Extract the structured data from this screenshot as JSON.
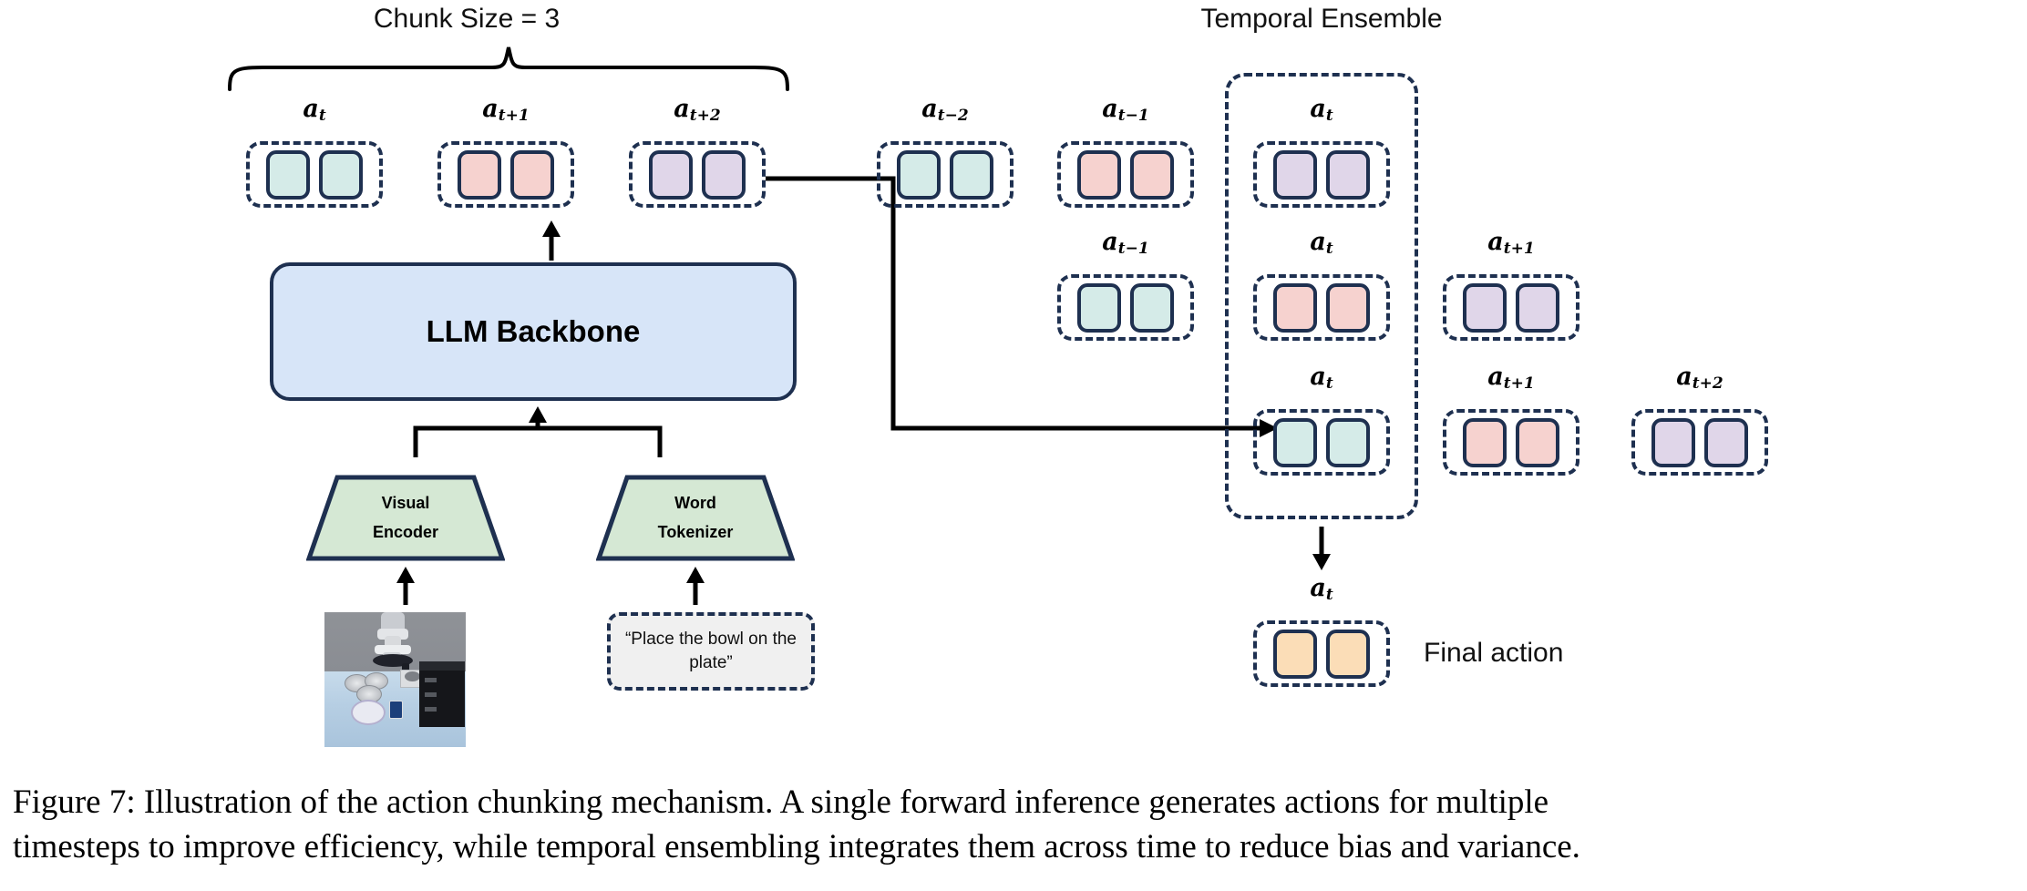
{
  "figure": {
    "caption_line1": "Figure 7: Illustration of the action chunking mechanism.  A single forward inference generates actions for multiple",
    "caption_line2": "timesteps to improve efficiency, while temporal ensembling integrates them across time to reduce bias and variance."
  },
  "headings": {
    "chunk_size": "Chunk Size = 3",
    "temporal_ensemble": "Temporal Ensemble"
  },
  "backbone": {
    "label": "LLM Backbone"
  },
  "encoders": {
    "visual": {
      "line1": "Visual",
      "line2": "Encoder"
    },
    "word": {
      "line1": "Word",
      "line2": "Tokenizer"
    }
  },
  "prompt": {
    "text": "“Place the bowl on the plate”"
  },
  "final": {
    "label": "Final action"
  },
  "labels": {
    "a_t": "a",
    "sub_t": "t",
    "sub_t_m1": "t−1",
    "sub_t_m2": "t−2",
    "sub_t_p1": "t+1",
    "sub_t_p2": "t+2"
  },
  "colors": {
    "cyan": "#d5ebe8",
    "pink": "#f6d2cf",
    "purple": "#e0d6e9",
    "orange": "#fbddb7",
    "navy": "#1e3050",
    "backbone_fill": "#d7e5f8",
    "encoder_fill": "#d5e8d4",
    "prompt_fill": "#f0f0f0"
  },
  "chunk": {
    "groups": [
      {
        "label_base": "a",
        "label_sub": "t",
        "color": "cyan"
      },
      {
        "label_base": "a",
        "label_sub": "t+1",
        "color": "pink"
      },
      {
        "label_base": "a",
        "label_sub": "t+2",
        "color": "purple"
      }
    ],
    "cells_per_group": 2
  },
  "ensemble": {
    "rows": [
      {
        "groups": [
          {
            "label_base": "a",
            "label_sub": "t−2",
            "color": "cyan"
          },
          {
            "label_base": "a",
            "label_sub": "t−1",
            "color": "pink"
          },
          {
            "label_base": "a",
            "label_sub": "t",
            "color": "purple"
          }
        ]
      },
      {
        "groups": [
          {
            "label_base": "a",
            "label_sub": "t−1",
            "color": "cyan"
          },
          {
            "label_base": "a",
            "label_sub": "t",
            "color": "pink"
          },
          {
            "label_base": "a",
            "label_sub": "t+1",
            "color": "purple"
          }
        ]
      },
      {
        "groups": [
          {
            "label_base": "a",
            "label_sub": "t",
            "color": "cyan"
          },
          {
            "label_base": "a",
            "label_sub": "t+1",
            "color": "pink"
          },
          {
            "label_base": "a",
            "label_sub": "t+2",
            "color": "purple"
          }
        ]
      }
    ],
    "output": {
      "label_base": "a",
      "label_sub": "t",
      "color": "orange"
    }
  }
}
